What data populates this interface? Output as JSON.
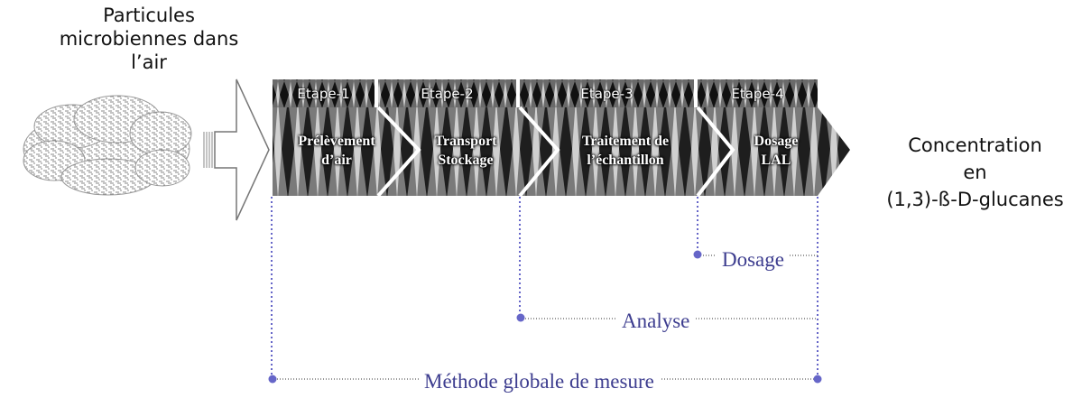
{
  "source_label": [
    "Particules",
    "microbiennes dans",
    "l’air"
  ],
  "output_label": [
    "Concentration",
    "en",
    "(1,3)-ß-D-glucanes"
  ],
  "steps": [
    "Etape-1",
    "Etape-2",
    "Etape-3",
    "Etape-4"
  ],
  "stages": [
    [
      "Prélèvement",
      "d’air"
    ],
    [
      "Transport",
      "Stockage"
    ],
    [
      "Traitement de",
      "l’échantillon"
    ],
    [
      "Dosage",
      "LAL"
    ]
  ],
  "scopes": {
    "dosage": "Dosage",
    "analyse": "Analyse",
    "global": "Méthode globale de mesure"
  },
  "colors": {
    "scope_line": "#6666c8",
    "scope_text": "#3d3d8f",
    "arrow_fill": "#5a5a5a"
  }
}
